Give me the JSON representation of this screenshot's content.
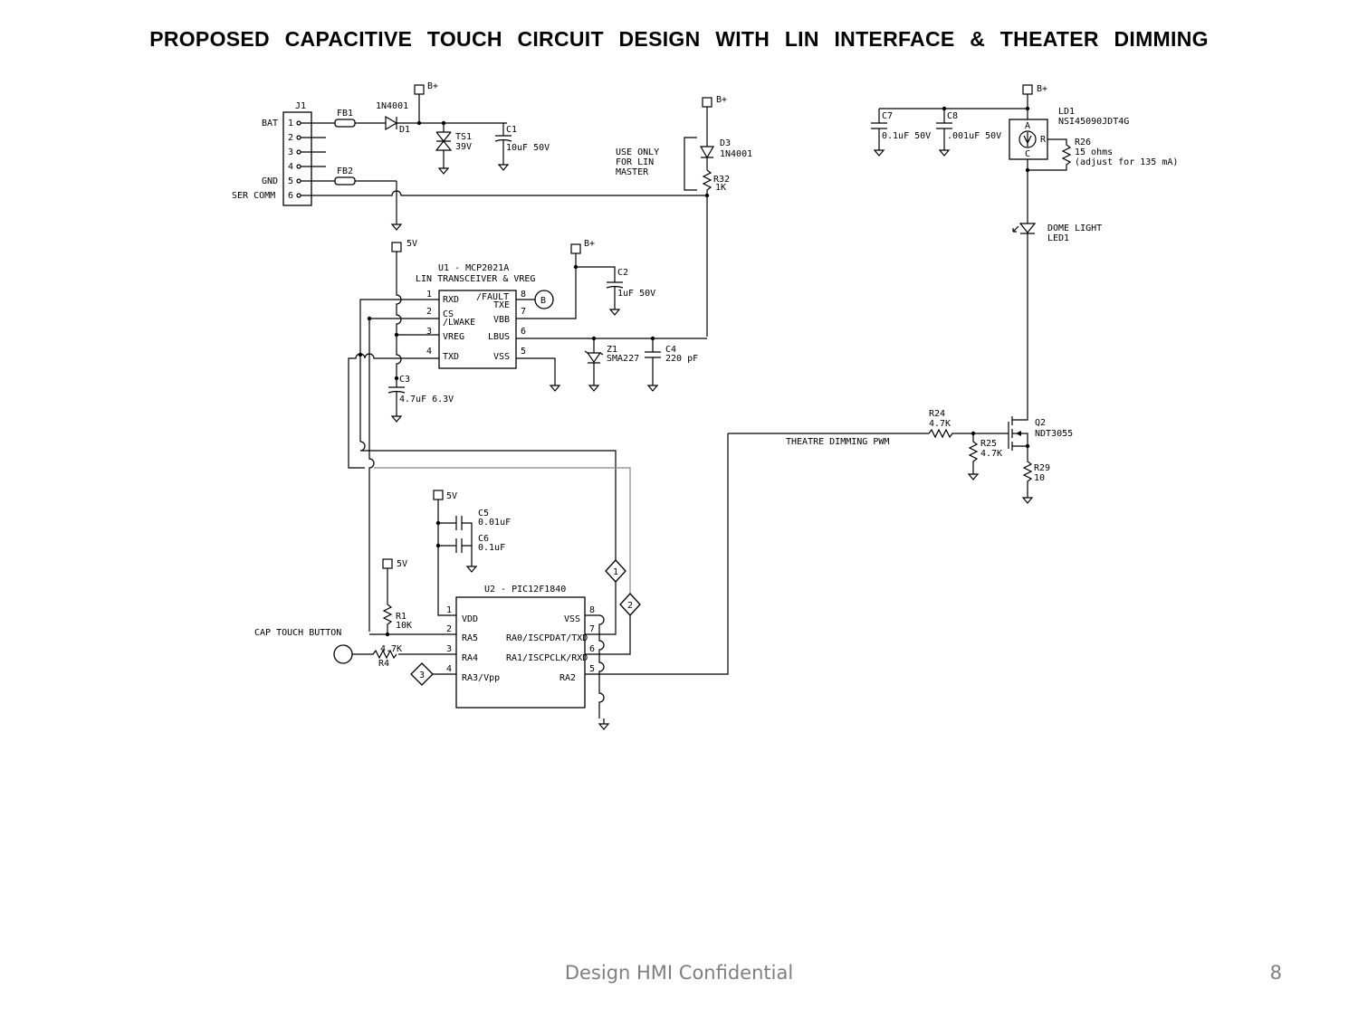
{
  "title": "PROPOSED  CAPACITIVE  TOUCH  CIRCUIT  DESIGN  WITH  LIN  INTERFACE  & THEATER  DIMMING",
  "footer": "Design HMI Confidential",
  "page_number": "8",
  "schematic": {
    "connector": {
      "ref": "J1",
      "pins": [
        "1",
        "2",
        "3",
        "4",
        "5",
        "6"
      ],
      "labels": {
        "bat": "BAT",
        "gnd": "GND",
        "ser": "SER COMM"
      }
    },
    "fb1": "FB1",
    "fb2": "FB2",
    "d1": {
      "part": "1N4001",
      "ref": "D1"
    },
    "ts1": {
      "ref": "TS1",
      "value": "39V"
    },
    "c1": {
      "ref": "C1",
      "value": "10uF 50V"
    },
    "bplus": "B+",
    "fivev": "5V",
    "d3": {
      "ref": "D3",
      "part": "1N4001"
    },
    "lin_master_note": [
      "USE ONLY",
      "FOR LIN",
      "MASTER"
    ],
    "r32": {
      "ref": "R32",
      "value": "1K"
    },
    "u1": {
      "title": "U1 - MCP2021A",
      "subtitle": "LIN TRANSCEIVER & VREG",
      "pin_numbers": [
        "1",
        "2",
        "3",
        "4",
        "5",
        "6",
        "7",
        "8"
      ],
      "pin_names": {
        "rxd": "RXD",
        "cs": "CS",
        "lwake": "/LWAKE",
        "vreg": "VREG",
        "txd": "TXD",
        "fault": "/FAULT",
        "txe": "TXE",
        "vbb": "VBB",
        "lbus": "LBUS",
        "vss": "VSS"
      },
      "fault_marker": "B"
    },
    "c2": {
      "ref": "C2",
      "value": "1uF 50V"
    },
    "z1": {
      "ref": "Z1",
      "value": "SMA227"
    },
    "c4": {
      "ref": "C4",
      "value": "220 pF"
    },
    "c3": {
      "ref": "C3",
      "value": "4.7uF 6.3V"
    },
    "c5": {
      "ref": "C5",
      "value": "0.01uF"
    },
    "c6": {
      "ref": "C6",
      "value": "0.1uF"
    },
    "r1": {
      "ref": "R1",
      "value": "10K"
    },
    "r4": {
      "ref": "R4",
      "value": "4.7K"
    },
    "cap_touch": "CAP TOUCH BUTTON",
    "u2": {
      "title": "U2 - PIC12F1840",
      "pin_numbers": [
        "1",
        "2",
        "3",
        "4",
        "5",
        "6",
        "7",
        "8"
      ],
      "pin_names": {
        "vdd": "VDD",
        "ra5": "RA5",
        "ra4": "RA4",
        "ra3": "RA3/Vpp",
        "vss": "VSS",
        "ra0": "RA0/ISCPDAT/TXD",
        "ra1": "RA1/ISCPCLK/RXD",
        "ra2": "RA2"
      }
    },
    "markers": {
      "m1": "1",
      "m2": "2",
      "m3": "3"
    },
    "c7": {
      "ref": "C7",
      "value": "0.1uF 50V"
    },
    "c8": {
      "ref": "C8",
      "value": ".001uF 50V"
    },
    "ld1": {
      "ref": "LD1",
      "part": "NSI45090JDT4G",
      "pin_a": "A",
      "pin_r": "R",
      "pin_c": "C"
    },
    "r26": {
      "ref": "R26",
      "value": "15 ohms",
      "note": "(adjust for 135 mA)"
    },
    "led": {
      "line1": "DOME LIGHT",
      "line2": "LED1"
    },
    "q2": {
      "ref": "Q2",
      "part": "NDT3055"
    },
    "r24": {
      "ref": "R24",
      "value": "4.7K"
    },
    "r25": {
      "ref": "R25",
      "value": "4.7K"
    },
    "r29": {
      "ref": "R29",
      "value": "10"
    },
    "pwm_label": "THEATRE DIMMING PWM"
  }
}
